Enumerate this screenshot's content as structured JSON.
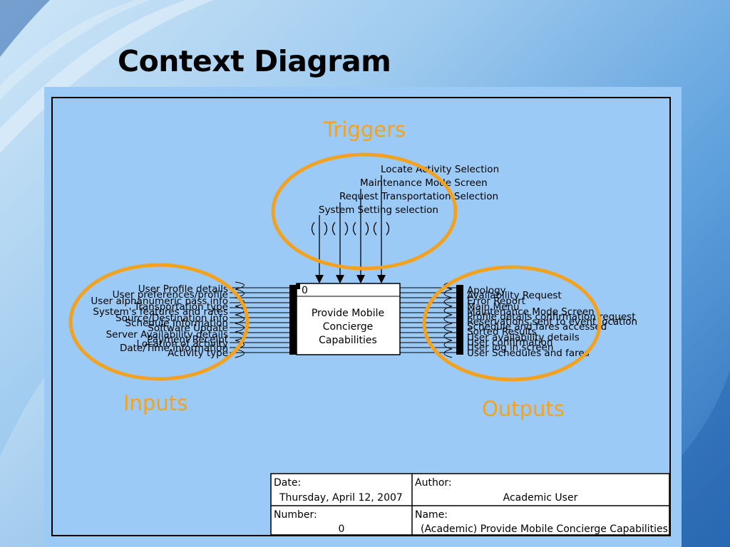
{
  "slide": {
    "title": "Context Diagram"
  },
  "annotations": {
    "triggers": "Triggers",
    "inputs": "Inputs",
    "outputs": "Outputs"
  },
  "process": {
    "number": "0",
    "line1": "Provide Mobile",
    "line2": "Concierge",
    "line3": "Capabilities"
  },
  "triggers": [
    "Locate Activity Selection",
    "Maintenance Mode Screen",
    "Request Transportation Selection",
    "System Setting selection"
  ],
  "inputs": [
    "User Profile details",
    "User preferences/profile",
    "User alphanumeric pass info",
    "Transportation type",
    "System's features and rates",
    "Source/Destination info",
    "Schedule Information",
    "Software Update",
    "Server Availability details",
    "Payment Receipt",
    "Location of activity",
    "Date/Time information",
    "Activity type"
  ],
  "outputs": [
    "Apology",
    "Availability Request",
    "Error Report",
    "Main Menu",
    "Maintenance Mode Screen",
    "Profile details confirmation request",
    "Reservations sent to event location",
    "Schedule and fares accessed",
    "Sorted Results",
    "User availability details",
    "User confirmation",
    "User log in screen",
    "User Schedules and fares"
  ],
  "title_block": {
    "date_label": "Date:",
    "date_value": "Thursday, April 12, 2007",
    "author_label": "Author:",
    "author_value": "Academic User",
    "number_label": "Number:",
    "number_value": "0",
    "name_label": "Name:",
    "name_value": "(Academic) Provide Mobile Concierge Capabilities"
  },
  "colors": {
    "panel": "#9ccaf6",
    "annotation": "#f3a21f",
    "ellipse": "#f3a21f"
  }
}
